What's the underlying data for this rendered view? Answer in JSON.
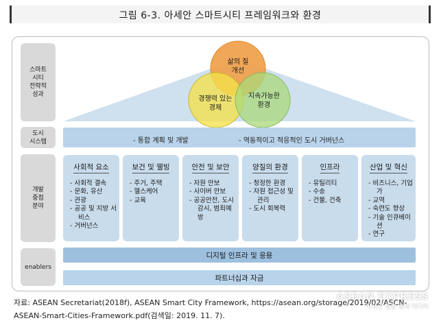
{
  "title": "그림 6-3. 아세안 스마트시티 프레임워크와 환경",
  "row_labels": {
    "outcomes": "스마트\n시티\n전략적\n성과",
    "system": "도시\n시스템",
    "focus": "개발\n중점\n분야",
    "enablers": "enablers"
  },
  "circles": {
    "top": "삶의 질\n개선",
    "left": "경쟁력 있는\n경제",
    "right": "지속가능한\n환경"
  },
  "colors": {
    "quality_of_life": "#f0a04a",
    "competitive_economy": "#f3e24a",
    "sustainable_environment": "#a9d97a",
    "band": "#b8d3ea",
    "column": "#c9dcec"
  },
  "system": {
    "left": "- 통합 계획 및 개발",
    "right": "- 역동적이고 적응적인 도시 거버넌스"
  },
  "focus_areas": [
    {
      "title": "사회적 요소",
      "items": [
        "- 사회적 결속",
        "- 문화, 유산",
        "- 관광",
        "- 공공 및 지방 서비스",
        "- 거버넌스"
      ]
    },
    {
      "title": "보건 및 웰빙",
      "items": [
        "- 주거, 주택",
        "- 헬스케어",
        "- 교육"
      ]
    },
    {
      "title": "안전 및 보안",
      "items": [
        "- 자원 안보",
        "- 사이버 안보",
        "- 공공안전, 도시 감시, 범죄예방"
      ]
    },
    {
      "title": "양질의 환경",
      "items": [
        "- 청정한 환경",
        "- 자원 접근성 및 관리",
        "- 도시 회복력"
      ]
    },
    {
      "title": "인프라",
      "items": [
        "- 유틸리티",
        "- 수송",
        "- 건물, 건축"
      ]
    },
    {
      "title": "산업 및 혁신",
      "items": [
        "- 비즈니스, 기업가",
        "- 교역",
        "- 숙련도 향상",
        "- 기술 인큐베이션",
        "- 연구"
      ]
    }
  ],
  "enablers": {
    "digital": "디지털 인프라 및 응용",
    "partnership": "파트너십과 자금"
  },
  "source": {
    "line1": "자료: ASEAN Secretariat(2018f), ASEAN Smart City Framework, https://asean.org/storage/2019/02/ASCN-",
    "line2": "ASEAN-Smart-Cities-Framework.pdf(검색일: 2019. 11. 7)."
  },
  "watermark": {
    "name": "ASEAN EXPRESS",
    "tagline": "아세안 종합 경제 미디어"
  }
}
